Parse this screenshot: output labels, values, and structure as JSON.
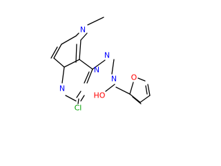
{
  "molecule": {
    "atoms": {
      "n_pyrrole": "N",
      "methyl": "",
      "n_pyrimidine_top": "N",
      "n_pyrimidine_bottom": "N",
      "cl": "Cl",
      "n_hydrazine_1": "N",
      "n_hydrazine_2": "N",
      "ho": "HO",
      "o_furan": "O"
    },
    "colors": {
      "bond": "#000000",
      "nitrogen": "#0000ff",
      "chlorine": "#00a000",
      "oxygen": "#ff0000"
    }
  }
}
